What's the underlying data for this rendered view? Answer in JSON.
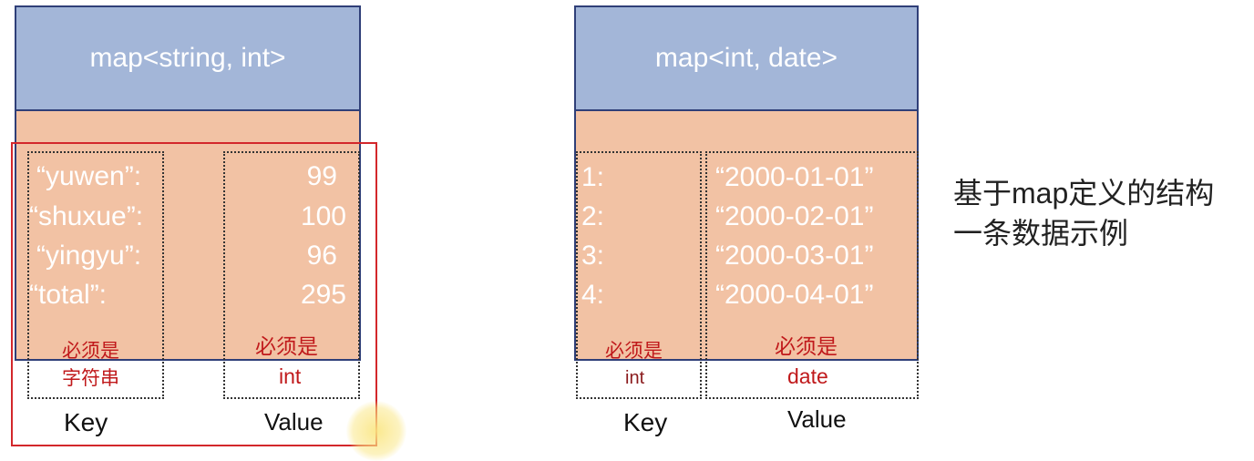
{
  "left": {
    "type_label": "map<string, int>",
    "rows": [
      {
        "key": "“yuwen”:",
        "value": "99"
      },
      {
        "key": "“shuxue”:",
        "value": "100"
      },
      {
        "key": "“yingyu”:",
        "value": "96"
      },
      {
        "key": "“total”:",
        "value": "295"
      }
    ],
    "key_note_line1": "必须是",
    "key_note_line2": "字符串",
    "value_note_line1": "必须是",
    "value_note_line2": "int",
    "key_label": "Key",
    "value_label": "Value"
  },
  "right": {
    "type_label": "map<int, date>",
    "rows": [
      {
        "key": "1:",
        "value": "“2000-01-01”"
      },
      {
        "key": "2:",
        "value": "“2000-02-01”"
      },
      {
        "key": "3:",
        "value": "“2000-03-01”"
      },
      {
        "key": "4:",
        "value": "“2000-04-01”"
      }
    ],
    "key_note_line1": "必须是",
    "key_note_line2": "int",
    "value_note_line1": "必须是",
    "value_note_line2": "date",
    "key_label": "Key",
    "value_label": "Value"
  },
  "caption": {
    "line1": "基于map定义的结构",
    "line2": "一条数据示例"
  },
  "colors": {
    "header_fill": "#a3b6d8",
    "body_fill": "#f2c2a4",
    "border": "#2f3f78",
    "note_red": "#c0191b",
    "highlight_frame": "#d3272b"
  }
}
